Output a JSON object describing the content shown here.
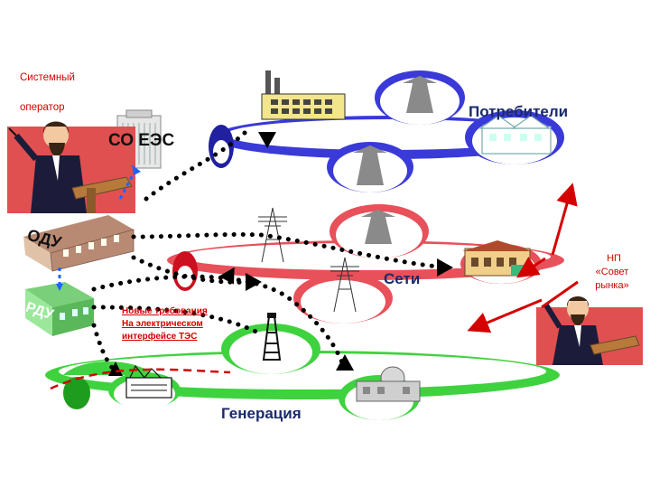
{
  "labels": {
    "operator_line1": "Системный",
    "operator_line2": "оператор",
    "so_ees": "СО ЕЭС",
    "odu": "ОДУ",
    "rdu": "РДУ",
    "consumers": "Потребители",
    "networks": "Сети",
    "generation": "Генерация",
    "np_line1": "НП",
    "np_line2": "«Совет",
    "np_line3": "рынка»",
    "note_line1": "Новые требования",
    "note_line2": "На электрическом",
    "note_line3": "интерфейсе ТЭС"
  },
  "colors": {
    "consumers_ring": "#3a3ad8",
    "networks_ring": "#e8505a",
    "generation_ring": "#3fd23f",
    "accent_red": "#d40000",
    "label_navy": "#1a2a6c",
    "dotted_path": "#000000",
    "dashed_link": "#1e64ff"
  },
  "icons": {
    "operator": "lecturer-at-podium",
    "market_council": "lecturer-at-podium",
    "so_ees": "office-building",
    "odu": "control-center-building",
    "rdu": "regional-office-building",
    "consumers": "houses",
    "networks": "power-transmission-tower",
    "generation": "power-plant"
  }
}
